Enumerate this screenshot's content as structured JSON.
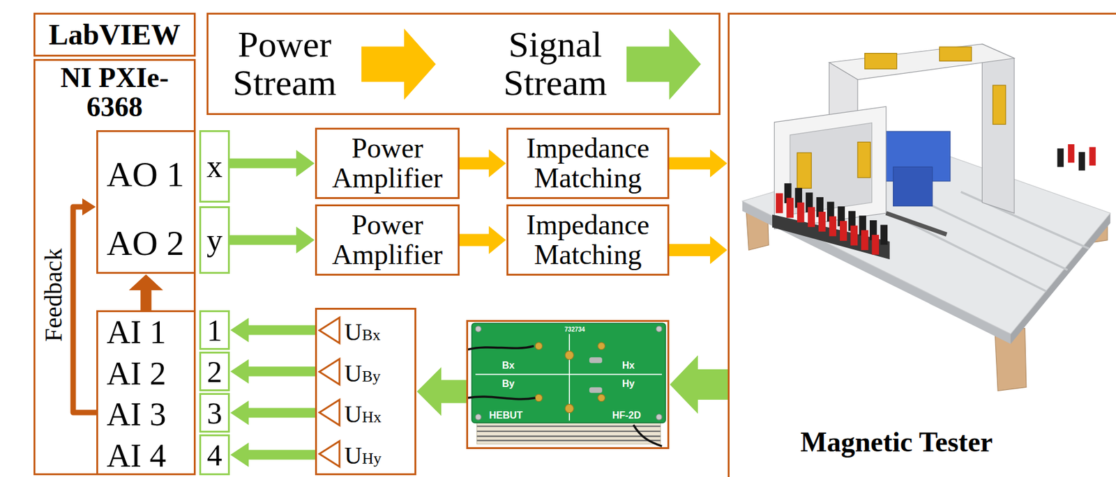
{
  "diagram": {
    "nodes": [
      {
        "text": [
          "LabVIEW"
        ]
      },
      {
        "text": [
          "NI PXIe-6368"
        ]
      },
      {
        "text": [
          "AO 1",
          "AO 2"
        ],
        "in": 1
      },
      {
        "text": [
          "AI 1",
          "AI 2",
          "AI 3",
          "AI 4"
        ],
        "in": 1
      },
      {
        "text": [
          "x"
        ]
      },
      {
        "text": [
          "y"
        ]
      },
      {
        "text": [
          "1"
        ]
      },
      {
        "text": [
          "2"
        ]
      },
      {
        "text": [
          "3"
        ]
      },
      {
        "text": [
          "4"
        ]
      },
      {
        "text": [
          "Power Amplifier"
        ]
      },
      {
        "text": [
          "Impedance Matching"
        ]
      },
      {
        "text": [
          "Power Amplifier"
        ]
      },
      {
        "text": [
          "Impedance Matching"
        ]
      },
      {
        "text": [
          "UBx",
          "UBy",
          "UHx",
          "UHy"
        ]
      },
      {
        "text": [
          "732734",
          "Bx",
          "By",
          "Hx",
          "Hy",
          "HEBUT",
          "HF-2D"
        ]
      },
      {
        "text": [
          "Magnetic Tester"
        ]
      }
    ],
    "edges": [
      {
        "from": 4,
        "to": 10,
        "arrow": "to"
      },
      {
        "from": 5,
        "to": 12,
        "arrow": "to"
      },
      {
        "from": 10,
        "to": 11,
        "arrow": "to"
      },
      {
        "from": 12,
        "to": 13,
        "arrow": "to"
      },
      {
        "from": 11,
        "to": 16,
        "arrow": "to"
      },
      {
        "from": 13,
        "to": 16,
        "arrow": "to"
      },
      {
        "from": 16,
        "to": 15,
        "arrow": "to"
      },
      {
        "from": 15,
        "to": 14,
        "arrow": "to"
      },
      {
        "from": 14,
        "to": 6,
        "arrow": "to"
      },
      {
        "from": 14,
        "to": 7,
        "arrow": "to"
      },
      {
        "from": 14,
        "to": 8,
        "arrow": "to"
      },
      {
        "from": 14,
        "to": 9,
        "arrow": "to"
      },
      {
        "from": 3,
        "to": 2,
        "arrow": "to"
      },
      {
        "from": 3,
        "to": 2,
        "arrow": "to",
        "label": "Feedback"
      }
    ],
    "legend": [
      {
        "text": "Power Stream",
        "color": "#ffc000"
      },
      {
        "text": "Signal Stream",
        "color": "#92d050"
      }
    ]
  }
}
